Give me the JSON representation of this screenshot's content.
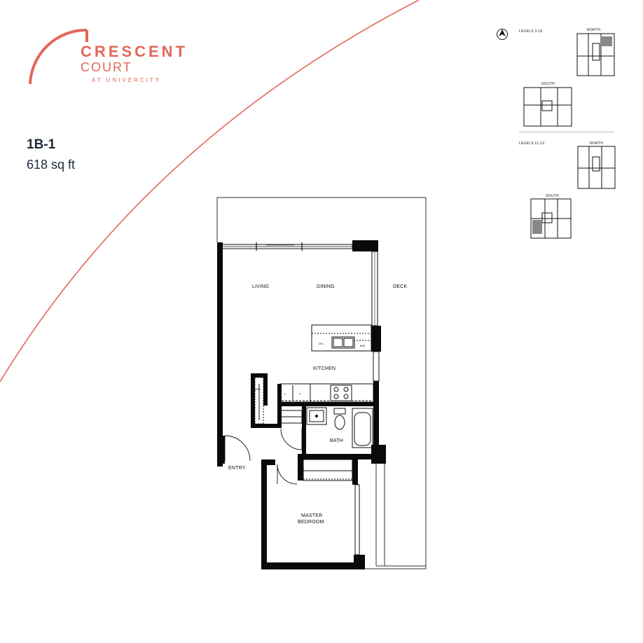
{
  "brand": {
    "name_line1": "CRESCENT",
    "name_line2": "COURT",
    "name_line3": "AT UNIVERCITY",
    "accent_color": "#e2685b"
  },
  "unit": {
    "name": "1B-1",
    "area": "618 sq ft"
  },
  "rooms": {
    "living": "LIVING",
    "dining": "DINING",
    "deck": "DECK",
    "kitchen": "KITCHEN",
    "bath": "BATH",
    "entry": "ENTRY",
    "master_bedroom_line1": "MASTER",
    "master_bedroom_line2": "BEDROOM"
  },
  "fixtures": {
    "dishwasher": "D/V",
    "microwave": "MW",
    "washer_dryer": "W/D",
    "fridge": "F",
    "freezer": "F"
  },
  "key_plans": {
    "north_arrow_icon": "north-arrow-icon",
    "group1_levels": "LEVELS 3-10",
    "group2_levels": "LEVELS 11-13",
    "north": "NORTH",
    "south": "SOUTH"
  }
}
